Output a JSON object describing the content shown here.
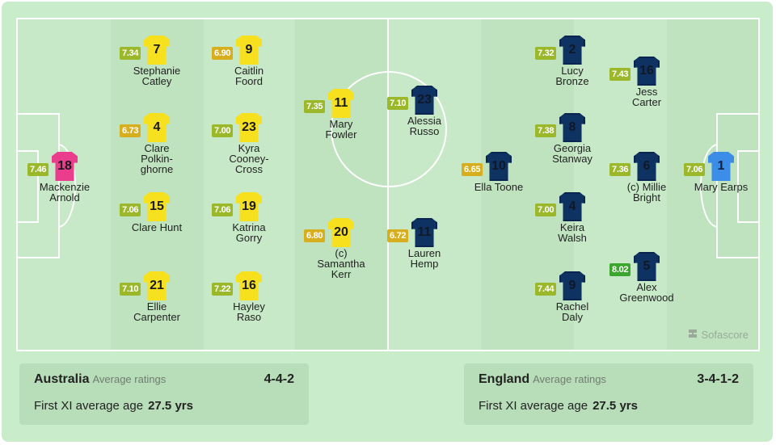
{
  "watermark": "Sofascore",
  "colors": {
    "home_shirt": "#f7e01e",
    "away_shirt": "#0e3262",
    "home_gk_shirt": "#ea3d8e",
    "away_gk_shirt": "#3c8de8",
    "rating_olive": "#9bb82a",
    "rating_yellow": "#d6ae1e",
    "rating_green": "#3aa62d"
  },
  "home": {
    "name": "Australia",
    "avg_label": "Average ratings",
    "formation": "4-4-2",
    "age_label": "First XI average age",
    "age_value": "27.5 yrs",
    "players": [
      {
        "number": "18",
        "name": "Mackenzie\nArnold",
        "rating": "7.46",
        "gk": true
      },
      {
        "number": "7",
        "name": "Stephanie\nCatley",
        "rating": "7.34"
      },
      {
        "number": "4",
        "name": "Clare\nPolkin-\nghorne",
        "rating": "6.73"
      },
      {
        "number": "15",
        "name": "Clare Hunt",
        "rating": "7.06"
      },
      {
        "number": "21",
        "name": "Ellie\nCarpenter",
        "rating": "7.10"
      },
      {
        "number": "9",
        "name": "Caitlin\nFoord",
        "rating": "6.90"
      },
      {
        "number": "23",
        "name": "Kyra\nCooney-\nCross",
        "rating": "7.00"
      },
      {
        "number": "19",
        "name": "Katrina\nGorry",
        "rating": "7.06"
      },
      {
        "number": "16",
        "name": "Hayley\nRaso",
        "rating": "7.22"
      },
      {
        "number": "11",
        "name": "Mary\nFowler",
        "rating": "7.35"
      },
      {
        "number": "20",
        "name": "(c)\nSamantha\nKerr",
        "rating": "6.80"
      }
    ]
  },
  "away": {
    "name": "England",
    "avg_label": "Average ratings",
    "formation": "3-4-1-2",
    "age_label": "First XI average age",
    "age_value": "27.5 yrs",
    "players": [
      {
        "number": "1",
        "name": "Mary Earps",
        "rating": "7.06",
        "gk": true
      },
      {
        "number": "16",
        "name": "Jess\nCarter",
        "rating": "7.43"
      },
      {
        "number": "6",
        "name": "(c) Millie\nBright",
        "rating": "7.36"
      },
      {
        "number": "5",
        "name": "Alex\nGreenwood",
        "rating": "8.02"
      },
      {
        "number": "2",
        "name": "Lucy\nBronze",
        "rating": "7.32"
      },
      {
        "number": "8",
        "name": "Georgia\nStanway",
        "rating": "7.38"
      },
      {
        "number": "4",
        "name": "Keira\nWalsh",
        "rating": "7.00"
      },
      {
        "number": "9",
        "name": "Rachel\nDaly",
        "rating": "7.44"
      },
      {
        "number": "10",
        "name": "Ella Toone",
        "rating": "6.65"
      },
      {
        "number": "23",
        "name": "Alessia\nRusso",
        "rating": "7.10"
      },
      {
        "number": "11",
        "name": "Lauren\nHemp",
        "rating": "6.72"
      }
    ]
  }
}
